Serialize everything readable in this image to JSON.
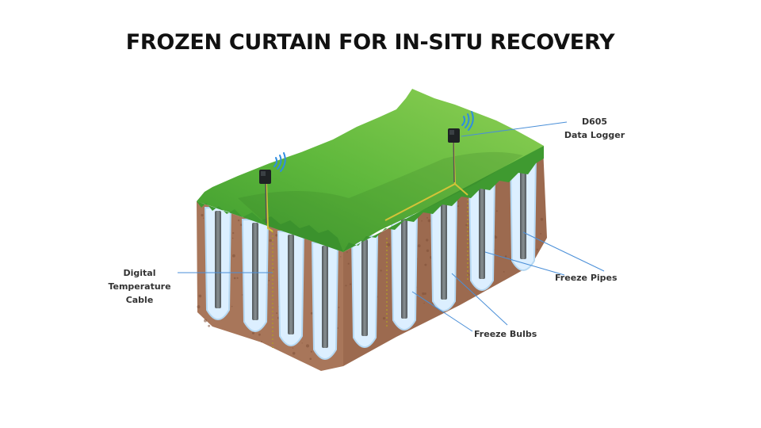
{
  "title": "FROZEN CURTAIN FOR IN-SITU RECOVERY",
  "labels": {
    "logger_line1": "D605",
    "logger_line2": "Data Logger",
    "cable_line1": "Digital",
    "cable_line2": "Temperature",
    "cable_line3": "Cable",
    "pipes": "Freeze Pipes",
    "bulbs": "Freeze Bulbs"
  },
  "colors": {
    "grass_light": "#7ec64a",
    "grass_dark": "#3d9a2e",
    "soil": "#a8765a",
    "soil_dark": "#8a5a42",
    "ice": "#dcefff",
    "ice_edge": "#b5d8f2",
    "pipe": "#6c7376",
    "logger": "#1e2224",
    "signal": "#2f8de0",
    "leader_line": "#4a8fd8",
    "cable": "#d4c338"
  }
}
